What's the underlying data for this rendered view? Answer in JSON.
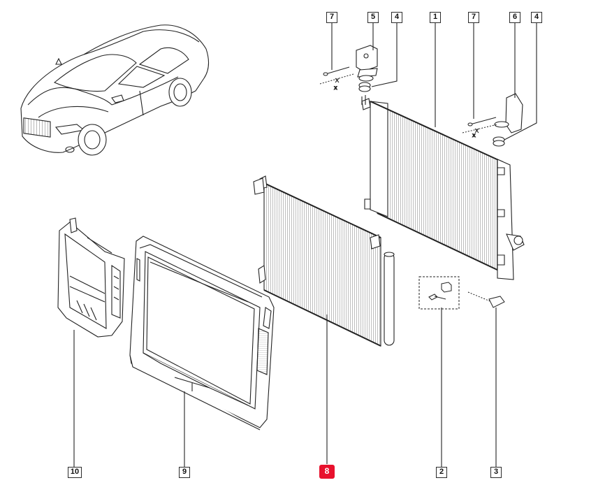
{
  "callouts": [
    {
      "id": "7a",
      "label": "7"
    },
    {
      "id": "5",
      "label": "5"
    },
    {
      "id": "4a",
      "label": "4"
    },
    {
      "id": "1",
      "label": "1"
    },
    {
      "id": "7b",
      "label": "7"
    },
    {
      "id": "6",
      "label": "6"
    },
    {
      "id": "4b",
      "label": "4"
    },
    {
      "id": "10",
      "label": "10"
    },
    {
      "id": "9",
      "label": "9"
    },
    {
      "id": "8",
      "label": "8",
      "highlighted": true
    },
    {
      "id": "2",
      "label": "2"
    },
    {
      "id": "3",
      "label": "3"
    }
  ],
  "dimension_marks": {
    "left": "x",
    "right": "x"
  },
  "colors": {
    "line": "#2b2b2b",
    "highlight": "#e8112d",
    "background": "#ffffff"
  }
}
